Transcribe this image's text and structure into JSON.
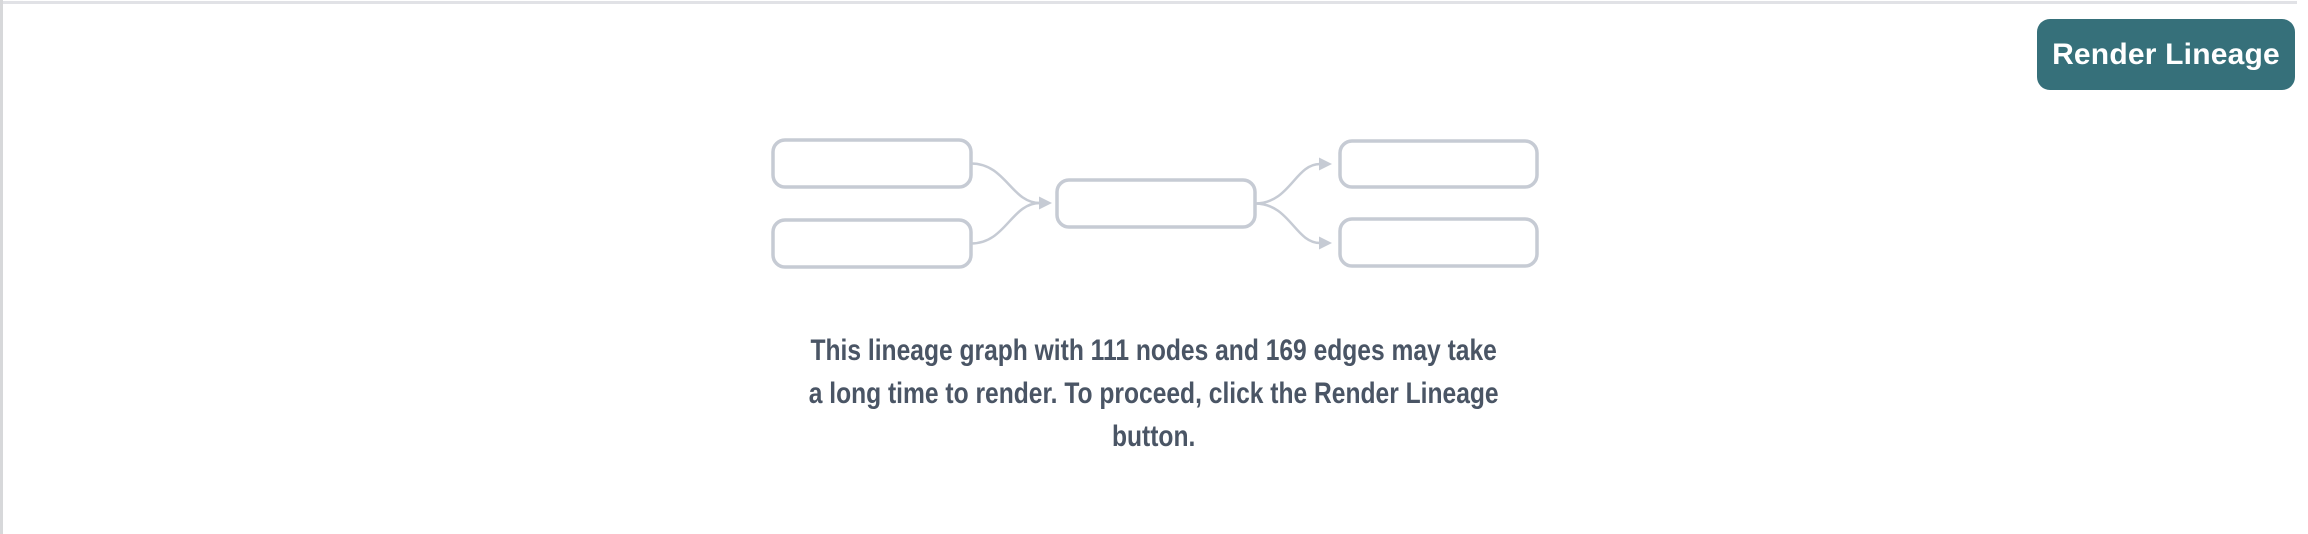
{
  "colors": {
    "page_bg": "#ffffff",
    "button_bg": "#36707a",
    "button_text": "#ffffff",
    "panel_border_top": "#e1e2e6",
    "panel_border_left": "#d7d8da",
    "graphic_stroke": "#c6cbd4",
    "node_fill": "#ffffff",
    "message_text": "#4a5565"
  },
  "toolbar": {
    "render_button_label": "Render Lineage"
  },
  "empty_state": {
    "graphic": "lineage-dag-placeholder-icon",
    "node_count": "111",
    "edge_count": "169",
    "message": "This lineage graph with 111 nodes and 169 edges may take a long time to render. To proceed, click the Render Lineage button.",
    "message_lines": [
      "This lineage graph with 111 nodes and 169 edges may take",
      "a long time to render. To proceed, click the Render Lineage",
      "button."
    ]
  }
}
